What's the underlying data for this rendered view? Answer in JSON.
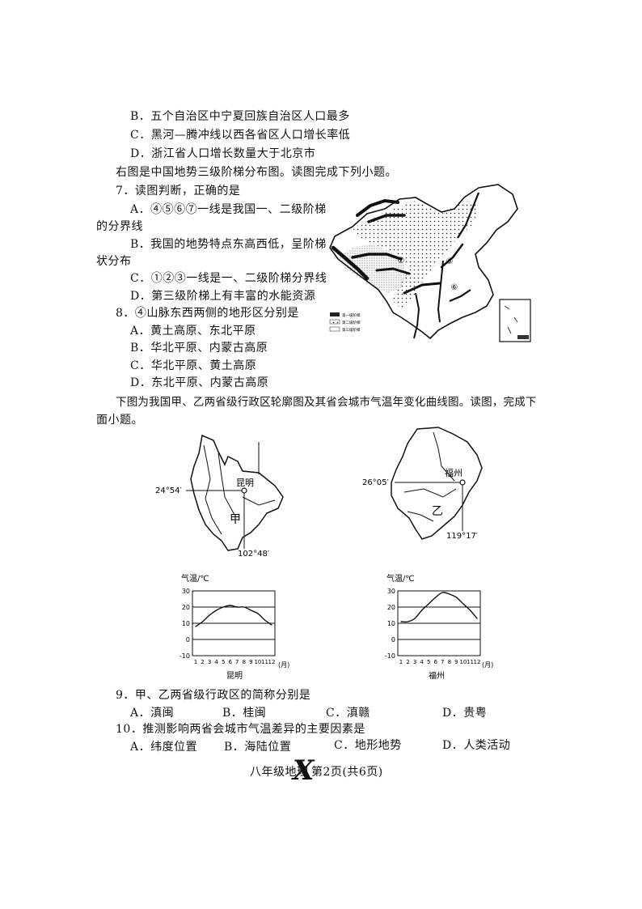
{
  "questions": {
    "q6b": "B．五个自治区中宁夏回族自治区人口最多",
    "q6c": "C．黑河—腾冲线以西各省区人口增长率低",
    "q6d": "D．浙江省人口增长数量大于北京市",
    "intro_terrain": "右图是中国地势三级阶梯分布图。读图完成下列小题。",
    "q7_stem": "7．读图判断，正确的是",
    "q7a_1": "A．④⑤⑥⑦一线是我国一、二级阶梯",
    "q7a_2": "的分界线",
    "q7b_1": "B．我国的地势特点东高西低，呈阶梯",
    "q7b_2": "状分布",
    "q7c": "C．①②③一线是一、二级阶梯分界线",
    "q7d": "D．第三级阶梯上有丰富的水能资源",
    "q8_stem": "8．④山脉东西两侧的地形区分别是",
    "q8a": "A．黄土高原、东北平原",
    "q8b": "B．华北平原、内蒙古高原",
    "q8c": "C．华北平原、黄土高原",
    "q8d": "D．东北平原、内蒙古高原",
    "intro_provinces_1": "下图为我国甲、乙两省级行政区轮廓图及其省会城市气温年变化曲线图。读图，完成下",
    "intro_provinces_2": "面小题。",
    "q9_stem": "9．甲、乙两省级行政区的简称分别是",
    "q9a": "A．滇闽",
    "q9b": "B．桂闽",
    "q9c": "C．滇赣",
    "q9d": "D．贵粤",
    "q10_stem": "10．推测影响两省会城市气温差异的主要因素是",
    "q10a": "A．纬度位置",
    "q10b": "B．海陆位置",
    "q10c": "C．地形地势",
    "q10d": "D．人类活动"
  },
  "terrain_map": {
    "markers": [
      "②",
      "⑤",
      "⑥"
    ],
    "legend": [
      "第一级阶梯",
      "第二级阶梯",
      "第三级阶梯"
    ]
  },
  "map_jia": {
    "lat_label": "24°54′",
    "lon_label": "102°48′",
    "city": "昆明",
    "province": "甲"
  },
  "map_yi": {
    "lat_label": "26°05′",
    "lon_label": "119°17′",
    "city": "福州",
    "province": "乙"
  },
  "chart_data": [
    {
      "type": "line",
      "ylabel": "气温/℃",
      "xlabel": "昆明",
      "x_unit": "(月)",
      "categories": [
        "1",
        "2",
        "3",
        "4",
        "5",
        "6",
        "7",
        "8",
        "9",
        "10",
        "11",
        "12"
      ],
      "values": [
        8,
        11,
        15,
        18,
        20,
        21,
        20,
        20,
        18,
        16,
        12,
        9
      ],
      "ylim": [
        -10,
        30
      ],
      "yticks": [
        -10,
        0,
        10,
        20,
        30
      ]
    },
    {
      "type": "line",
      "ylabel": "气温/℃",
      "xlabel": "福州",
      "x_unit": "(月)",
      "categories": [
        "1",
        "2",
        "3",
        "4",
        "5",
        "6",
        "7",
        "8",
        "9",
        "10",
        "11",
        "12"
      ],
      "values": [
        11,
        11,
        13,
        18,
        22,
        26,
        29,
        28,
        26,
        22,
        18,
        13
      ],
      "ylim": [
        -10,
        30
      ],
      "yticks": [
        -10,
        0,
        10,
        20,
        30
      ]
    }
  ],
  "footer": {
    "left": "八年级地理",
    "mark": "X",
    "right": "第2页(共6页)"
  }
}
